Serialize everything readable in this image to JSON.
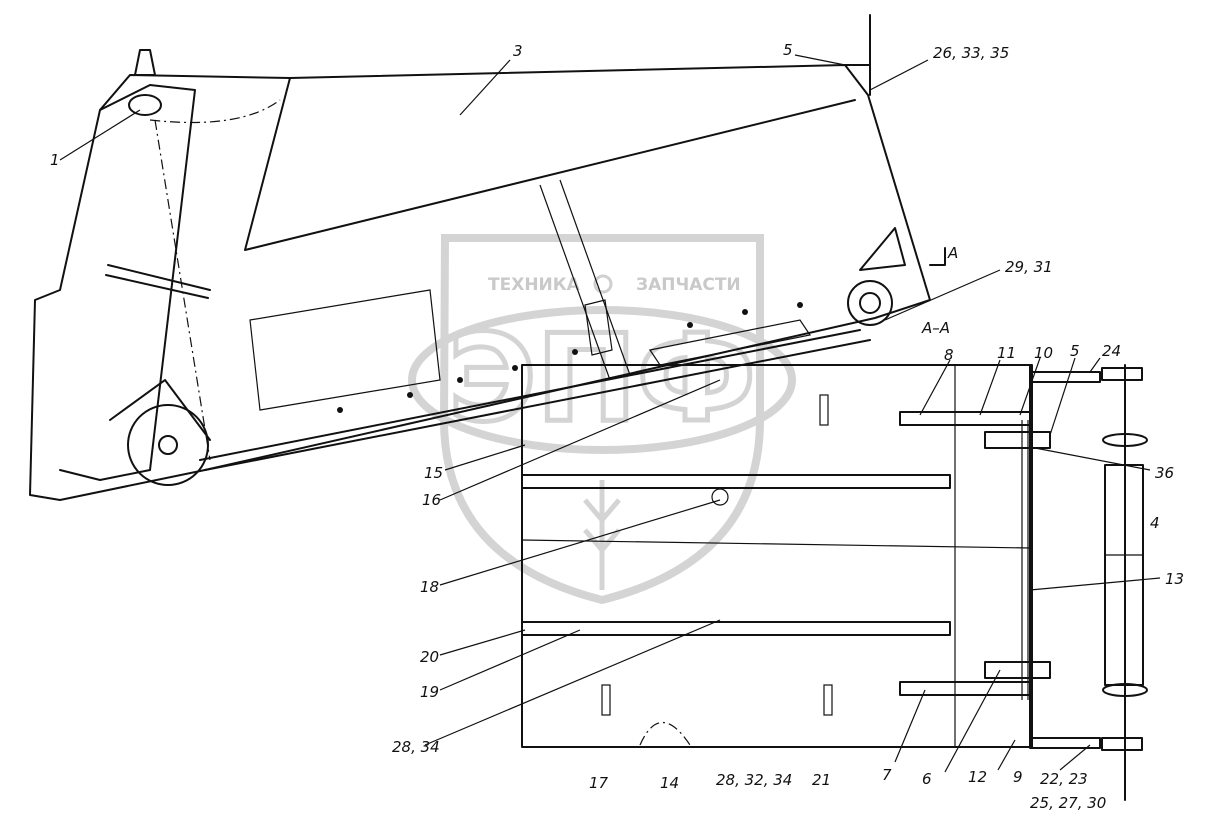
{
  "watermark": {
    "left_word": "ТЕХНИКА",
    "right_word": "ЗАПЧАСТИ",
    "monogram": "ЭПФ"
  },
  "section_mark": {
    "letter": "A",
    "view_title": "A–A"
  },
  "labels": {
    "l1": "1",
    "l3": "3",
    "l5top": "5",
    "l26": "26, 33, 35",
    "l29": "29, 31",
    "l8a": "8",
    "l11": "11",
    "l10": "10",
    "l5b": "5",
    "l24": "24",
    "l36": "36",
    "l4": "4",
    "l13": "13",
    "l15": "15",
    "l16": "16",
    "l18": "18",
    "l20": "20",
    "l19": "19",
    "l28a": "28, 34",
    "l17": "17",
    "l14": "14",
    "l28b": "28, 32, 34",
    "l21": "21",
    "l7": "7",
    "l6": "6",
    "l12": "12",
    "l9": "9",
    "l22": "22, 23",
    "l25": "25, 27, 30"
  }
}
